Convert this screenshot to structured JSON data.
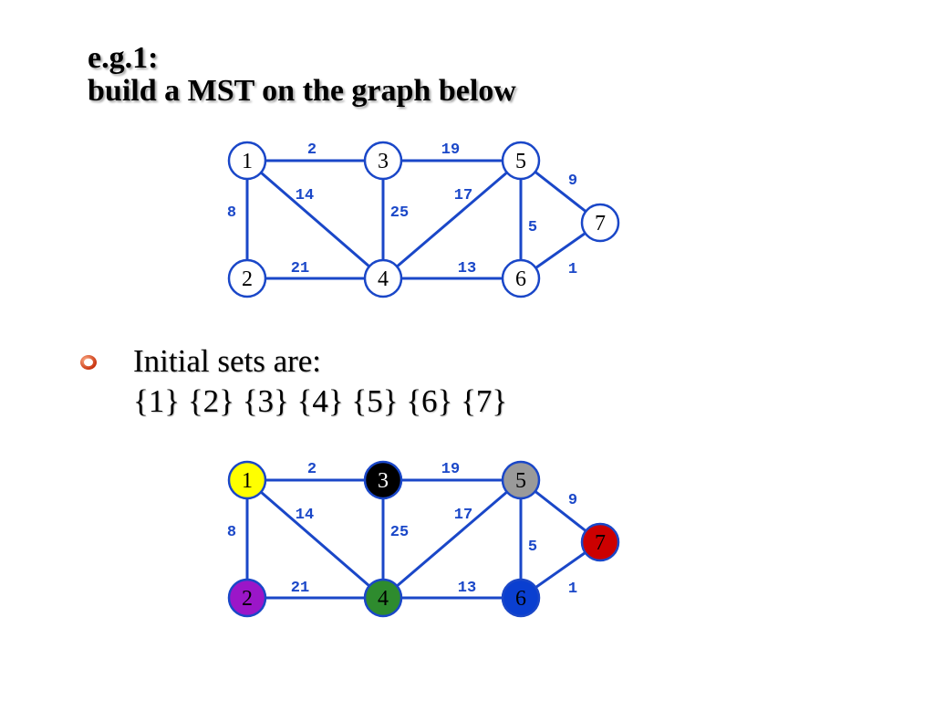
{
  "title": {
    "line1": "e.g.1:",
    "line2": "build a MST on the graph below"
  },
  "bullet": {
    "icon": "circle-bullet-icon",
    "line1": "Initial sets are:",
    "line2": "{1} {2} {3} {4} {5} {6} {7}"
  },
  "colors": {
    "edge": "#1a47c8",
    "bullet": "#d83a10"
  },
  "graphs": [
    {
      "nodes": [
        {
          "id": "1",
          "fill": "#ffffff",
          "text": "#000000"
        },
        {
          "id": "2",
          "fill": "#ffffff",
          "text": "#000000"
        },
        {
          "id": "3",
          "fill": "#ffffff",
          "text": "#000000"
        },
        {
          "id": "4",
          "fill": "#ffffff",
          "text": "#000000"
        },
        {
          "id": "5",
          "fill": "#ffffff",
          "text": "#000000"
        },
        {
          "id": "6",
          "fill": "#ffffff",
          "text": "#000000"
        },
        {
          "id": "7",
          "fill": "#ffffff",
          "text": "#000000"
        }
      ]
    },
    {
      "nodes": [
        {
          "id": "1",
          "fill": "#ffff00",
          "text": "#000000"
        },
        {
          "id": "2",
          "fill": "#9b16c8",
          "text": "#000000"
        },
        {
          "id": "3",
          "fill": "#000000",
          "text": "#ffffff"
        },
        {
          "id": "4",
          "fill": "#2e8b2e",
          "text": "#000000"
        },
        {
          "id": "5",
          "fill": "#9a9a9a",
          "text": "#000000"
        },
        {
          "id": "6",
          "fill": "#0a3fd0",
          "text": "#000000"
        },
        {
          "id": "7",
          "fill": "#cc0000",
          "text": "#000000"
        }
      ]
    }
  ],
  "edges": [
    {
      "from": "1",
      "to": "3",
      "weight": "2"
    },
    {
      "from": "3",
      "to": "5",
      "weight": "19"
    },
    {
      "from": "5",
      "to": "7",
      "weight": "9"
    },
    {
      "from": "1",
      "to": "4",
      "weight": "14"
    },
    {
      "from": "5",
      "to": "4",
      "weight": "17"
    },
    {
      "from": "1",
      "to": "2",
      "weight": "8"
    },
    {
      "from": "3",
      "to": "4",
      "weight": "25"
    },
    {
      "from": "5",
      "to": "6",
      "weight": "5"
    },
    {
      "from": "2",
      "to": "4",
      "weight": "21"
    },
    {
      "from": "4",
      "to": "6",
      "weight": "13"
    },
    {
      "from": "6",
      "to": "7",
      "weight": "1"
    }
  ]
}
